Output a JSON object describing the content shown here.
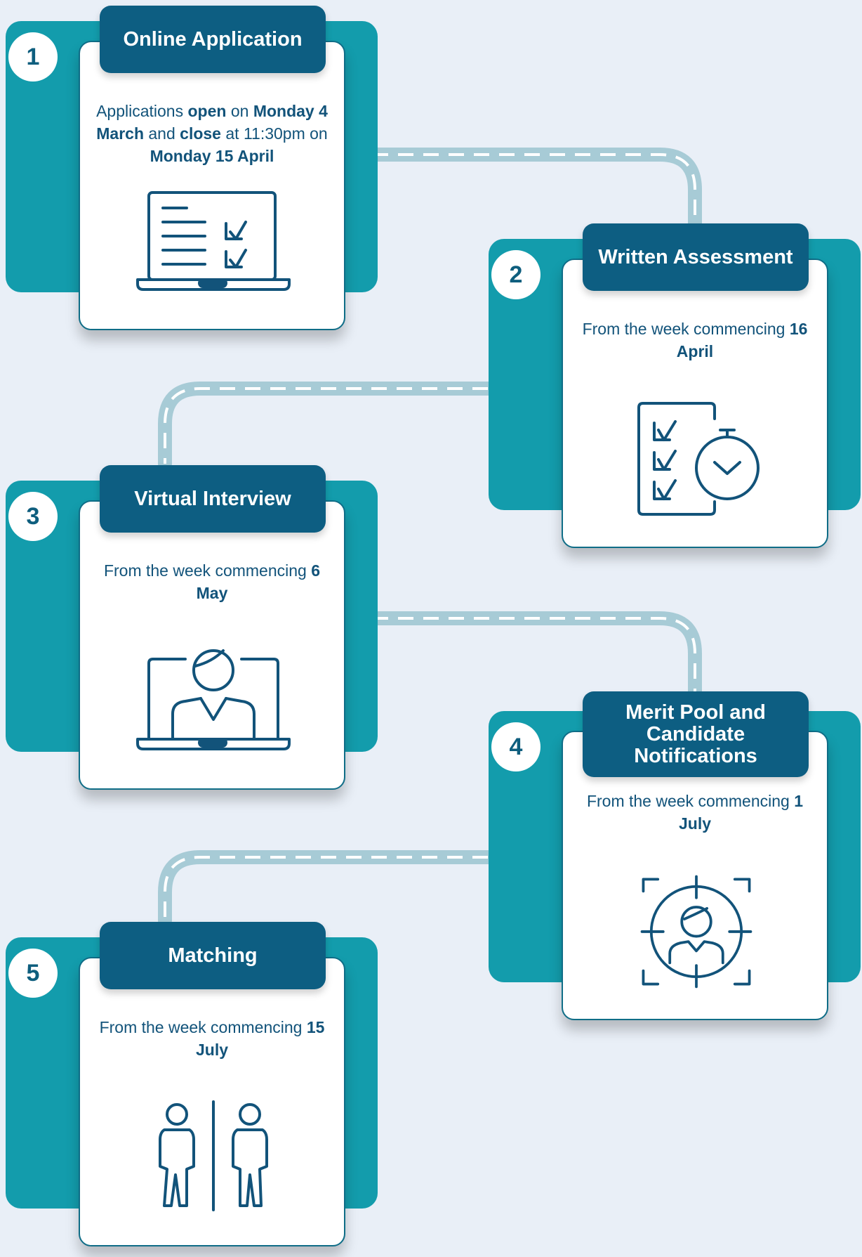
{
  "steps": [
    {
      "number": "1",
      "title": "Online Application",
      "description": [
        {
          "text": "Applications ",
          "bold": false
        },
        {
          "text": "open",
          "bold": true
        },
        {
          "text": " on ",
          "bold": false
        },
        {
          "text": "Monday 4 March",
          "bold": true
        },
        {
          "text": " and ",
          "bold": false
        },
        {
          "text": "close",
          "bold": true
        },
        {
          "text": " at 11:30pm on ",
          "bold": false
        },
        {
          "text": "Monday 15 April",
          "bold": true
        }
      ],
      "icon": "laptop-checklist-icon"
    },
    {
      "number": "2",
      "title": "Written Assessment",
      "description": [
        {
          "text": "From the week commencing ",
          "bold": false
        },
        {
          "text": "16 April",
          "bold": true
        }
      ],
      "icon": "checklist-timer-icon"
    },
    {
      "number": "3",
      "title": "Virtual Interview",
      "description": [
        {
          "text": "From the week commencing ",
          "bold": false
        },
        {
          "text": "6 May",
          "bold": true
        }
      ],
      "icon": "video-call-laptop-icon"
    },
    {
      "number": "4",
      "title": "Merit Pool and Candidate Notifications",
      "description": [
        {
          "text": "From the week commencing ",
          "bold": false
        },
        {
          "text": "1 July",
          "bold": true
        }
      ],
      "icon": "candidate-target-icon"
    },
    {
      "number": "5",
      "title": "Matching",
      "description": [
        {
          "text": "From the week commencing ",
          "bold": false
        },
        {
          "text": "15 July",
          "bold": true
        }
      ],
      "icon": "two-people-icon"
    }
  ],
  "colors": {
    "background": "#e9eff7",
    "teal": "#139cac",
    "navy": "#0d5e82",
    "icon_stroke": "#12537a",
    "connector": "#a7cbd6"
  }
}
